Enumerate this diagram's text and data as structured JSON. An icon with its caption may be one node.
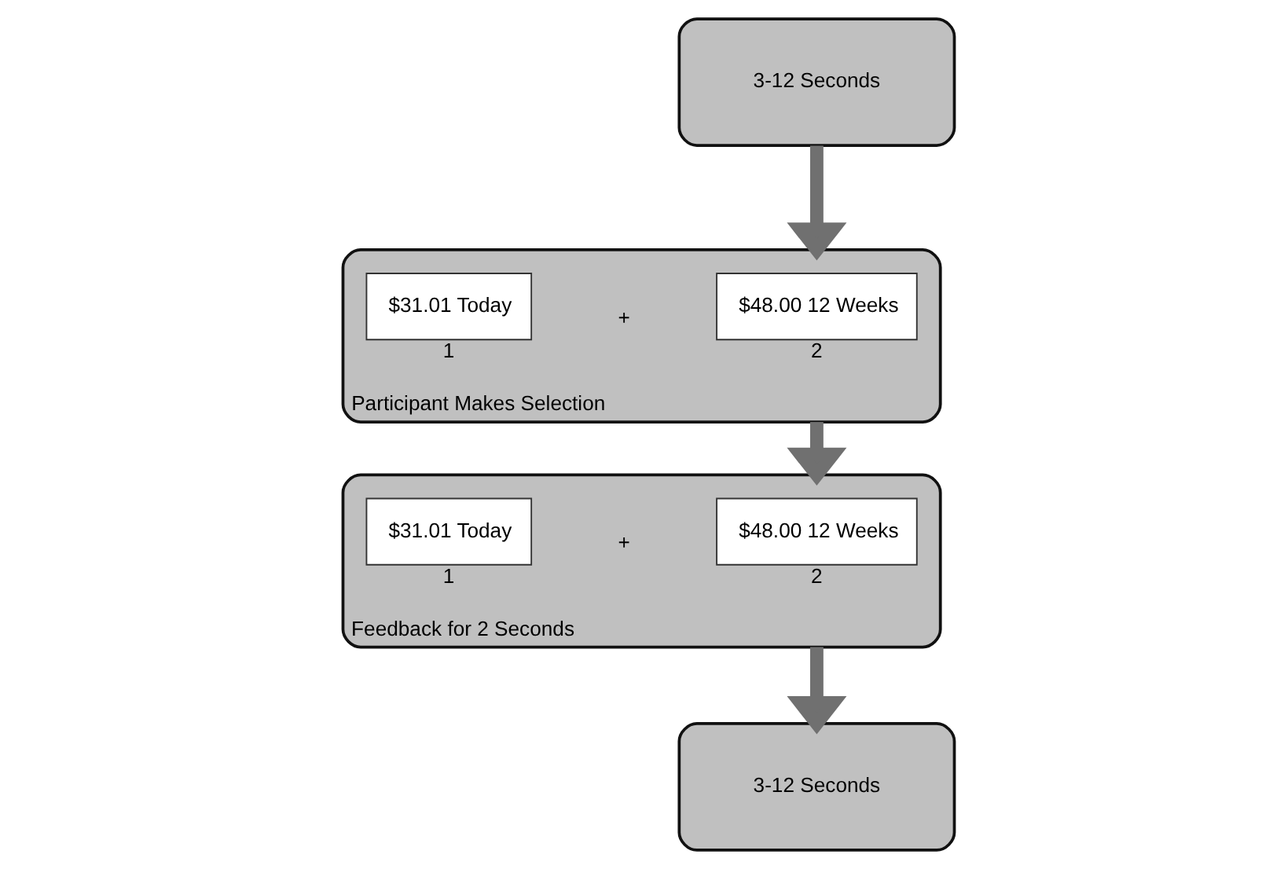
{
  "diagram": {
    "nodes": [
      {
        "text": [
          "3-12 Seconds"
        ]
      },
      {
        "text": [
          "Participant Makes Selection"
        ]
      },
      {
        "text": [
          "$31.01 Today"
        ],
        "in": 1,
        "beside": [
          "1"
        ]
      },
      {
        "text": [
          "$48.00 12 Weeks"
        ],
        "in": 1,
        "beside": [
          "2"
        ]
      },
      {
        "text": [
          "Feedback for 2 Seconds"
        ]
      },
      {
        "text": [
          "$31.01 Today"
        ],
        "in": 4,
        "beside": [
          "1"
        ]
      },
      {
        "text": [
          "$48.00 12 Weeks"
        ],
        "in": 4,
        "beside": [
          "2"
        ]
      },
      {
        "text": [
          "3-12 Seconds"
        ]
      }
    ],
    "edges": [
      {
        "from": 0,
        "to": 1,
        "arrow": "to"
      },
      {
        "from": 1,
        "to": 4,
        "arrow": "to"
      },
      {
        "from": 4,
        "to": 7,
        "arrow": "to"
      }
    ],
    "labels": [
      "+",
      "+"
    ]
  }
}
